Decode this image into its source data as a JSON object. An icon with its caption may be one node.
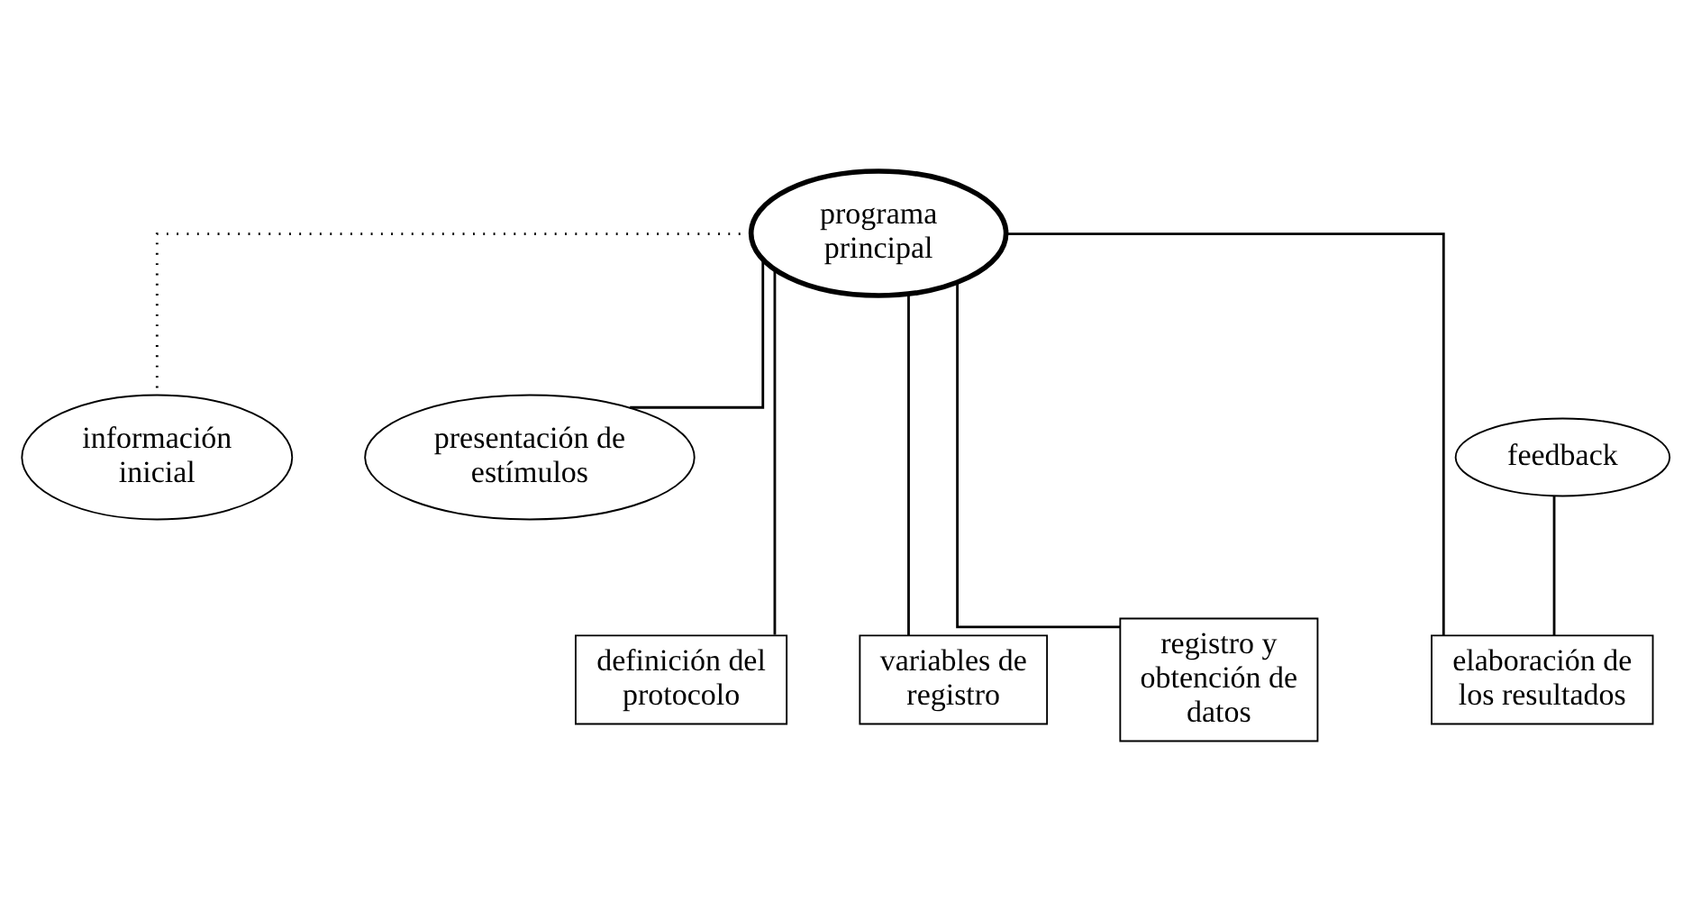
{
  "diagram": {
    "nodes": [
      {
        "text": [
          "información inicial"
        ]
      },
      {
        "text": [
          "presentación de estímulos"
        ]
      },
      {
        "text": [
          "feedback"
        ]
      },
      {
        "text": [
          "programa principal"
        ]
      },
      {
        "text": [
          "definición del protocolo"
        ]
      },
      {
        "text": [
          "variables de registro"
        ]
      },
      {
        "text": [
          "registro y obtención de datos"
        ]
      },
      {
        "text": [
          "elaboración de los resultados"
        ]
      }
    ],
    "edges": [
      {
        "from": 3,
        "to": 0,
        "arrow": "none",
        "style": "dashed"
      },
      {
        "from": 3,
        "to": 1,
        "arrow": "none"
      },
      {
        "from": 3,
        "to": 4,
        "arrow": "none"
      },
      {
        "from": 3,
        "to": 5,
        "arrow": "none"
      },
      {
        "from": 3,
        "to": 6,
        "arrow": "none"
      },
      {
        "from": 3,
        "to": 7,
        "arrow": "none"
      },
      {
        "from": 2,
        "to": 7,
        "arrow": "none"
      }
    ]
  }
}
